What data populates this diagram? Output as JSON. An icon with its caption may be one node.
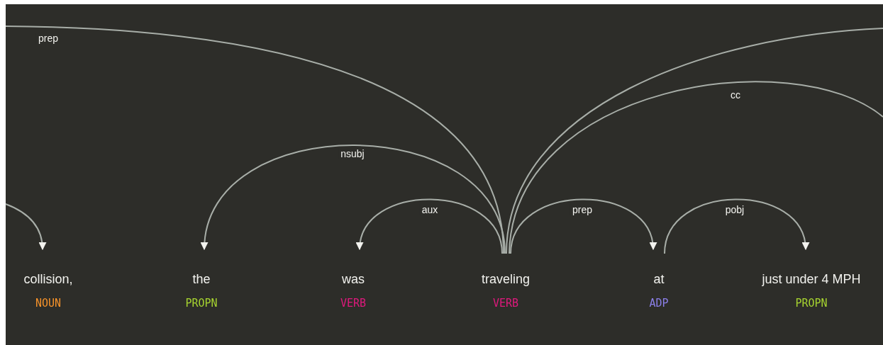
{
  "diagram": {
    "nodes": [
      {
        "text": [
          "collision,",
          "NOUN"
        ]
      },
      {
        "text": [
          "the",
          "PROPN"
        ]
      },
      {
        "text": [
          "was",
          "VERB"
        ]
      },
      {
        "text": [
          "traveling",
          "VERB"
        ]
      },
      {
        "text": [
          "at",
          "ADP"
        ]
      },
      {
        "text": [
          "just under 4 MPH",
          "PROPN"
        ]
      }
    ],
    "edges": [
      {
        "from": null,
        "to": 0,
        "arrow": "to"
      },
      {
        "from": 3,
        "to": null,
        "arrow": "none",
        "label": "prep"
      },
      {
        "from": 3,
        "to": 1,
        "arrow": "to",
        "label": "nsubj"
      },
      {
        "from": 3,
        "to": 2,
        "arrow": "to",
        "label": "aux"
      },
      {
        "from": 3,
        "to": 4,
        "arrow": "to",
        "label": "prep"
      },
      {
        "from": 4,
        "to": 5,
        "arrow": "to",
        "label": "pobj"
      },
      {
        "from": 3,
        "to": null,
        "arrow": "none"
      },
      {
        "from": 3,
        "to": null,
        "arrow": "none",
        "label": "cc"
      }
    ]
  }
}
